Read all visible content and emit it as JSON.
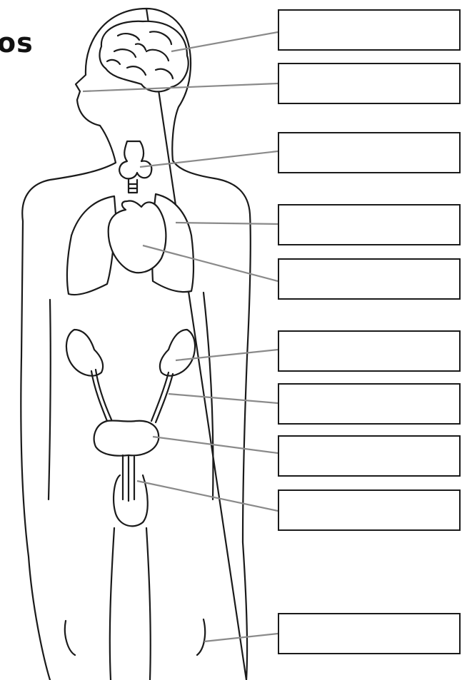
{
  "title": "os",
  "labels": [
    {
      "organ": "brain",
      "text": ""
    },
    {
      "organ": "head",
      "text": ""
    },
    {
      "organ": "thyroid",
      "text": ""
    },
    {
      "organ": "lung",
      "text": ""
    },
    {
      "organ": "heart",
      "text": ""
    },
    {
      "organ": "kidney",
      "text": ""
    },
    {
      "organ": "ureter",
      "text": ""
    },
    {
      "organ": "bladder",
      "text": ""
    },
    {
      "organ": "urethra",
      "text": ""
    },
    {
      "organ": "skin",
      "text": ""
    }
  ]
}
